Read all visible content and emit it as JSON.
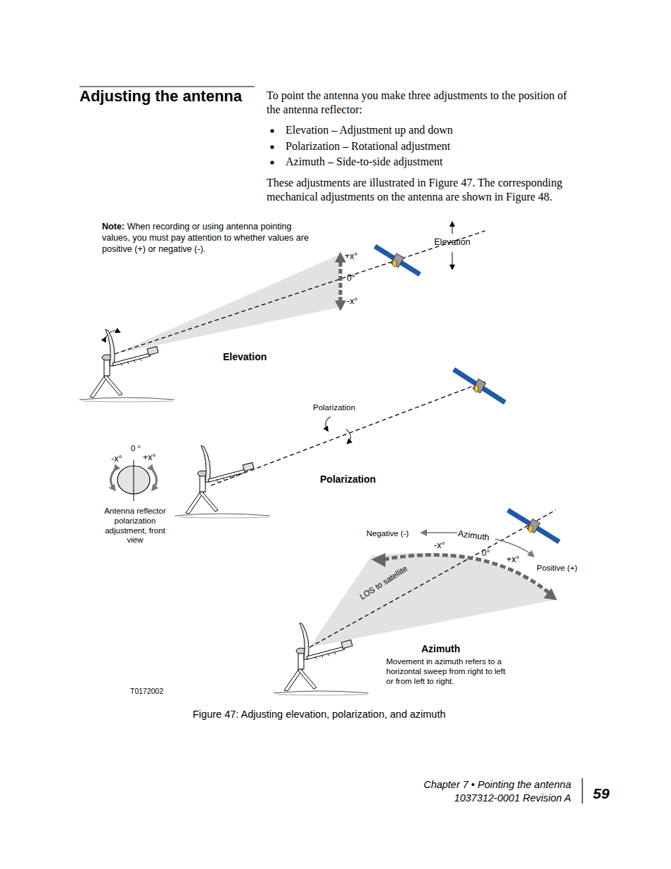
{
  "diagram": {
    "title": "Adjusting the antenna",
    "caption": "Figure 47: Adjusting elevation, polarization, and azimuth",
    "labels": [
      "To point the antenna you make three adjustments to the position of the antenna reflector:",
      "Elevation – Adjustment up and down",
      "Polarization – Rotational adjustment",
      "Azimuth – Side-to-side adjustment",
      "These adjustments are illustrated in Figure 47. The corresponding mechanical adjustments on the antenna are shown in Figure 48.",
      "Note:",
      "When recording or using antenna pointing values, you must pay attention to whether values are positive (+) or negative (-).",
      "Elevation",
      "+x°",
      "0°",
      "-x°",
      "Elevation",
      "Polarization",
      "0 °",
      "-x°",
      "+x°",
      "Antenna reflector polarization adjustment, front view",
      "Polarization",
      "Negative (-)",
      "Azimuth",
      "-x°",
      "0°",
      "+x°",
      "Positive (+)",
      "LOS to satellite",
      "Azimuth",
      "Movement in azimuth refers to a horizontal sweep from right to left or from left to right.",
      "T0172002",
      "Chapter 7 • Pointing the antenna",
      "1037312-0001 Revision A",
      "59"
    ]
  }
}
